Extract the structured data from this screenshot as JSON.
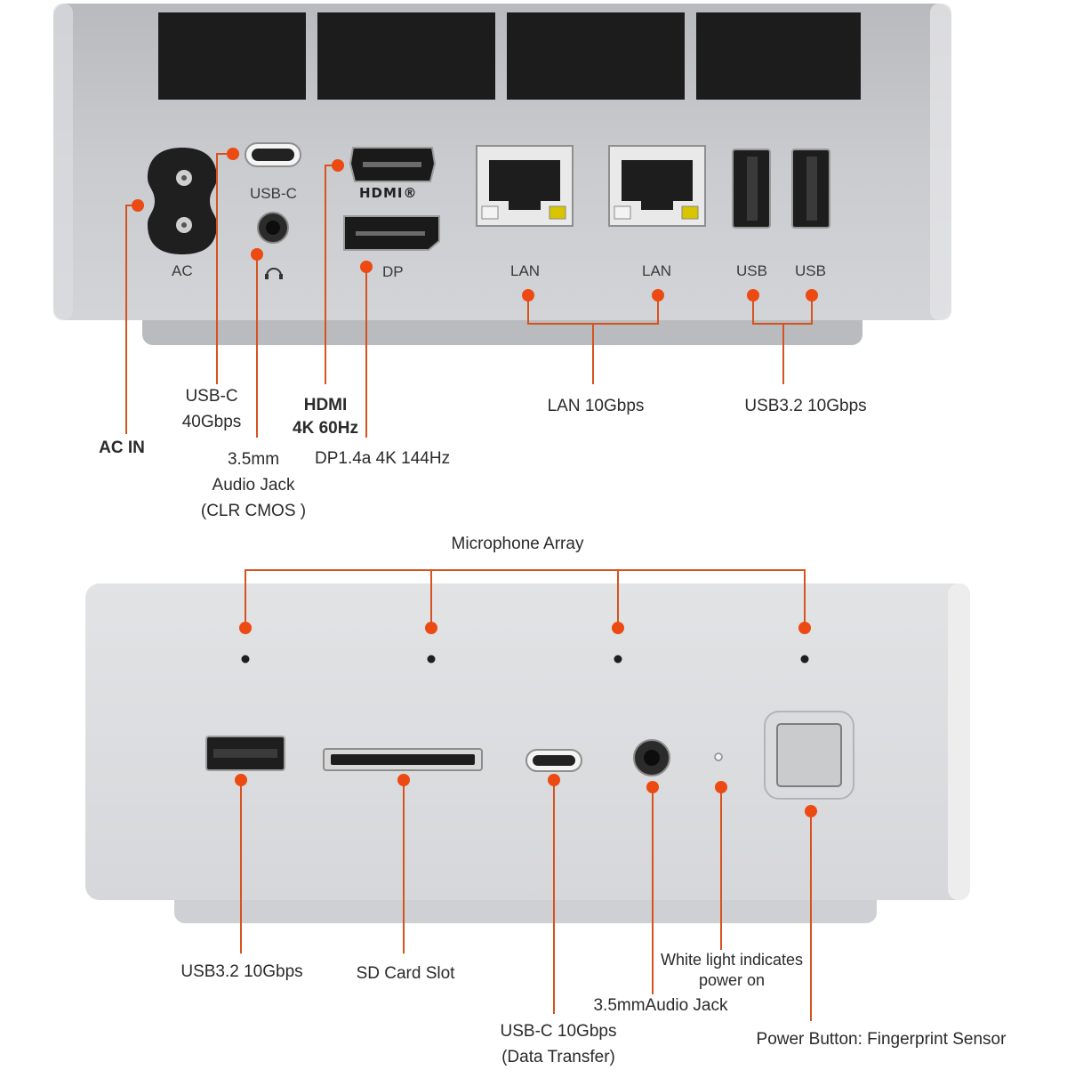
{
  "colors": {
    "accent": "#ec4a12",
    "leader": "#d6531f",
    "chassis_top": "#c4c6c9",
    "chassis_bottom": "#dedfe1"
  },
  "rear_panel": {
    "port_labels": {
      "ac": "AC",
      "usbc": "USB-C",
      "hdmi": "HDMI",
      "dp": "DP",
      "lan1": "LAN",
      "lan2": "LAN",
      "usb1": "USB",
      "usb2": "USB"
    },
    "callouts": {
      "ac_in": "AC IN",
      "usbc_line1": "USB-C",
      "usbc_line2": "40Gbps",
      "audio_line1": "3.5mm",
      "audio_line2": "Audio Jack",
      "audio_line3": "(CLR CMOS )",
      "hdmi_line1": "HDMI",
      "hdmi_line2": "4K 60Hz",
      "dp": "DP1.4a 4K 144Hz",
      "lan": "LAN 10Gbps",
      "usb": "USB3.2 10Gbps"
    }
  },
  "front_panel": {
    "callouts": {
      "mic": "Microphone Array",
      "usb": "USB3.2 10Gbps",
      "sd": "SD Card Slot",
      "usbc_line1": "USB-C 10Gbps",
      "usbc_line2": "(Data Transfer)",
      "audio": "3.5mmAudio Jack",
      "led_line1": "White light indicates",
      "led_line2": "power on",
      "power": "Power Button: Fingerprint Sensor"
    }
  }
}
